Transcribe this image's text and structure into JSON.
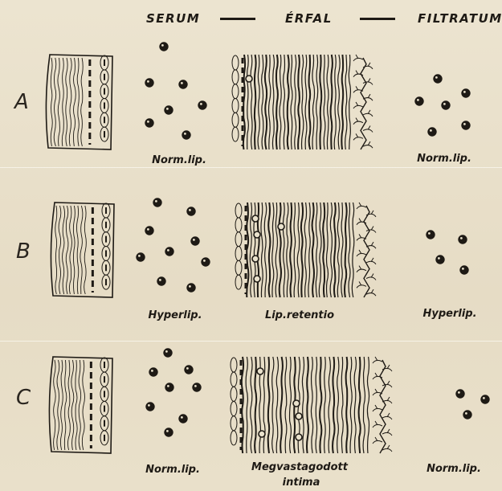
{
  "headers": {
    "serum": "SERUM",
    "wall": "ÉRFAL",
    "filtrate": "FILTRATUM"
  },
  "rows": [
    {
      "label": "A",
      "serum_caption": "Norm.lip.",
      "wall_caption": "",
      "filtrate_caption": "Norm.lip."
    },
    {
      "label": "B",
      "serum_caption": "Hyperlip.",
      "wall_caption": "Lip.retentio",
      "filtrate_caption": "Hyperlip."
    },
    {
      "label": "C",
      "serum_caption": "Norm.lip.",
      "wall_caption_line1": "Megvastagodott",
      "wall_caption_line2": "intima",
      "filtrate_caption": "Norm.lip."
    }
  ],
  "colors": {
    "ink": "#1e1a15",
    "paper": "#e9e1cc"
  }
}
